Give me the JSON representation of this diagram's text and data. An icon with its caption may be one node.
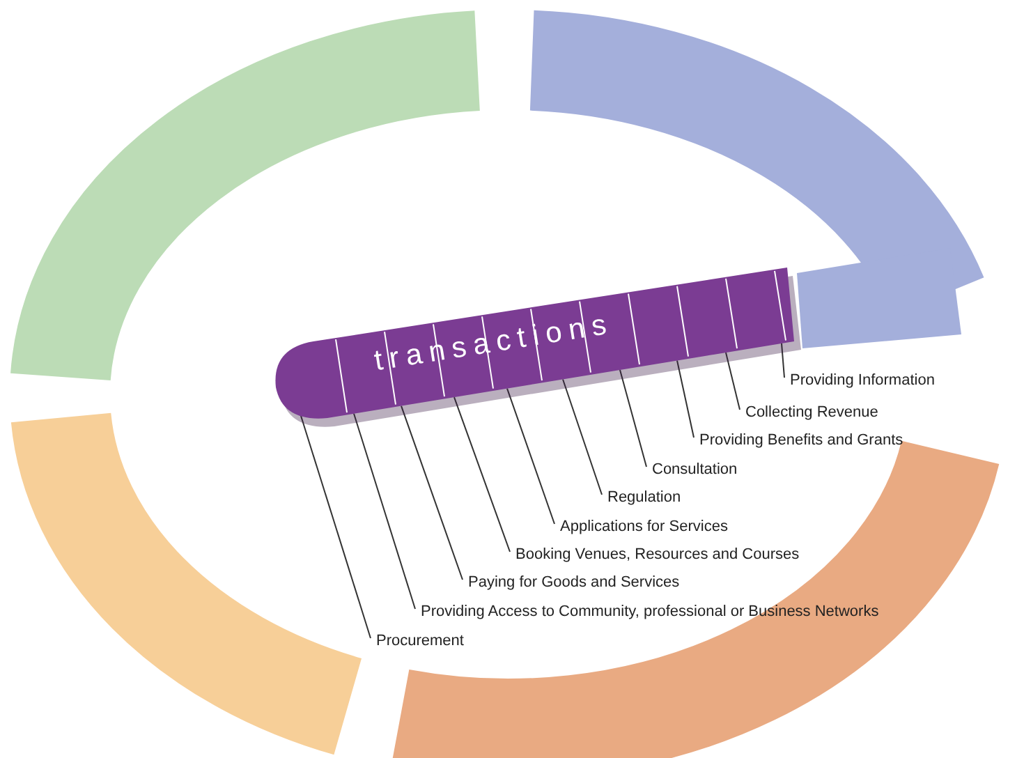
{
  "diagram": {
    "nodes": [
      {
        "text": [
          "transactions"
        ]
      },
      {
        "text": [
          "Providing Information"
        ]
      },
      {
        "text": [
          "Collecting Revenue"
        ]
      },
      {
        "text": [
          "Providing Benefits and Grants"
        ]
      },
      {
        "text": [
          "Consultation"
        ]
      },
      {
        "text": [
          "Regulation"
        ]
      },
      {
        "text": [
          "Applications for Services"
        ]
      },
      {
        "text": [
          "Booking Venues, Resources and Courses"
        ]
      },
      {
        "text": [
          "Paying for Goods and Services"
        ]
      },
      {
        "text": [
          "Providing Access to Community, professional or Business Networks"
        ]
      },
      {
        "text": [
          "Procurement"
        ]
      }
    ],
    "edges": [
      {
        "from": 1,
        "to": 0,
        "arrow": "none"
      },
      {
        "from": 2,
        "to": 0,
        "arrow": "none"
      },
      {
        "from": 3,
        "to": 0,
        "arrow": "none"
      },
      {
        "from": 4,
        "to": 0,
        "arrow": "none"
      },
      {
        "from": 5,
        "to": 0,
        "arrow": "none"
      },
      {
        "from": 6,
        "to": 0,
        "arrow": "none"
      },
      {
        "from": 7,
        "to": 0,
        "arrow": "none"
      },
      {
        "from": 8,
        "to": 0,
        "arrow": "none"
      },
      {
        "from": 9,
        "to": 0,
        "arrow": "none"
      },
      {
        "from": 10,
        "to": 0,
        "arrow": "none"
      }
    ]
  }
}
